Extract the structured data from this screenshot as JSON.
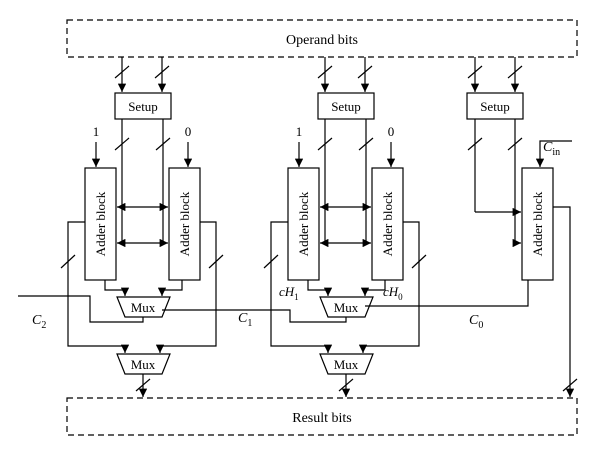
{
  "top_bar": {
    "label": "Operand bits"
  },
  "bottom_bar": {
    "label": "Result bits"
  },
  "setup_label": "Setup",
  "adder_label": "Adder block",
  "mux_label": "Mux",
  "const_one": "1",
  "const_zero": "0",
  "carry_labels": {
    "c2": "C",
    "c2_sub": "2",
    "c1": "C",
    "c1_sub": "1",
    "c0": "C",
    "c0_sub": "0",
    "cin": "C",
    "cin_sub": "in",
    "ch1": "cH",
    "ch1_sub": "1",
    "ch0": "cH",
    "ch0_sub": "0"
  }
}
